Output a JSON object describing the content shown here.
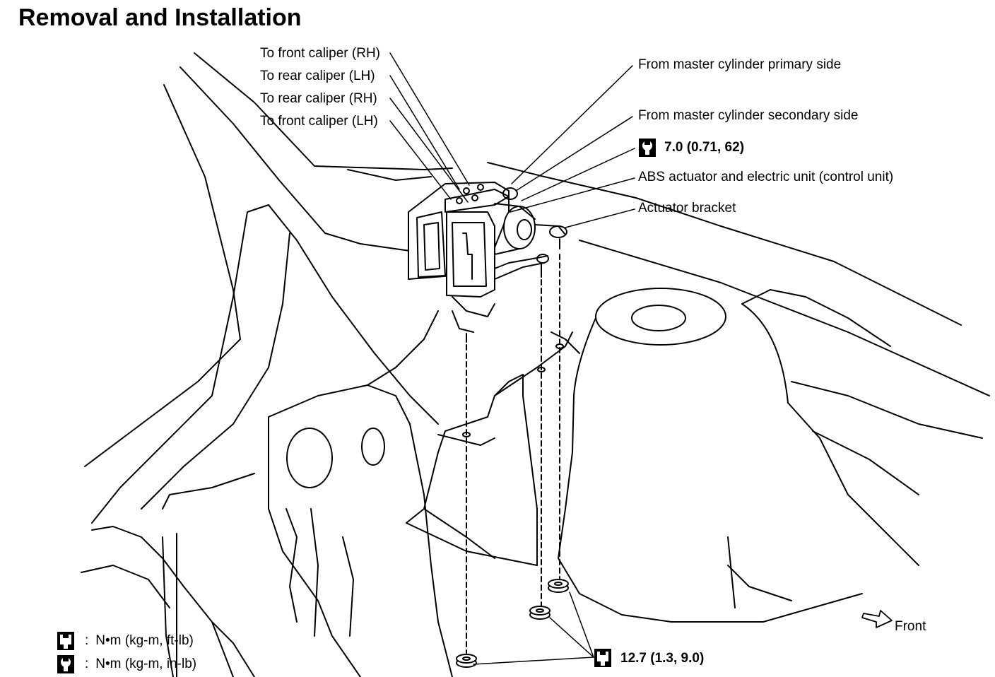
{
  "title": "Removal and Installation",
  "labels": {
    "front_caliper_rh": "To front caliper (RH)",
    "rear_caliper_lh": "To rear caliper (LH)",
    "rear_caliper_rh": "To rear caliper (RH)",
    "front_caliper_lh": "To front caliper (LH)",
    "master_primary": "From master cylinder primary side",
    "master_secondary": "From master cylinder secondary side",
    "abs_unit": "ABS actuator and electric unit (control unit)",
    "actuator_bracket": "Actuator bracket",
    "front": "Front"
  },
  "torque": {
    "upper": "7.0 (0.71, 62)",
    "lower": "12.7 (1.3, 9.0)"
  },
  "legend": {
    "sep": ":",
    "ft_lb": "N•m  (kg-m,  ft-lb)",
    "in_lb": "N•m  (kg-m,  in-lb)"
  },
  "icons": {
    "torque_wrench_ftlb": "torque-wrench-ftlb-icon",
    "torque_wrench_inlb": "torque-wrench-inlb-icon",
    "front_arrow": "front-arrow-icon"
  }
}
